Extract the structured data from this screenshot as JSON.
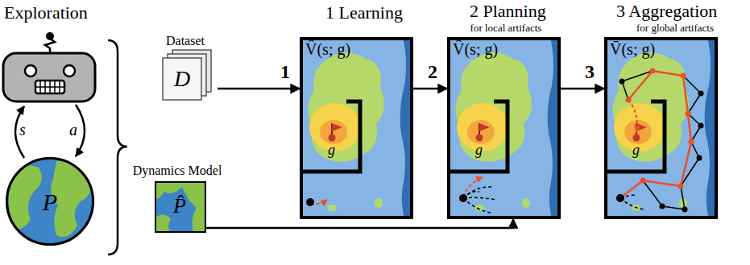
{
  "diagram": {
    "nodes": [
      {
        "text": [
          "P"
        ]
      },
      {
        "text": [
          "Dataset",
          "D"
        ]
      },
      {
        "text": [
          "Dynamics Model",
          "P̂"
        ]
      },
      {
        "text": [
          "V̂(s; g)",
          "g"
        ]
      },
      {
        "text": [
          "V̂(s; g)",
          "g"
        ]
      },
      {
        "text": [
          "V̄(s; g)",
          "g"
        ]
      }
    ],
    "edges": [
      {
        "from": 1,
        "to": 3,
        "arrow": "to",
        "label": "1"
      },
      {
        "from": 3,
        "to": 4,
        "arrow": "to",
        "label": "2"
      },
      {
        "from": 4,
        "to": 5,
        "arrow": "to",
        "label": "3"
      },
      {
        "from": 2,
        "to": 4,
        "arrow": "to"
      }
    ],
    "labels": [
      "Exploration",
      "1 Learning",
      "2 Planning",
      "for local artifacts",
      "3 Aggregation",
      "for global artifacts",
      "s",
      "a"
    ]
  }
}
